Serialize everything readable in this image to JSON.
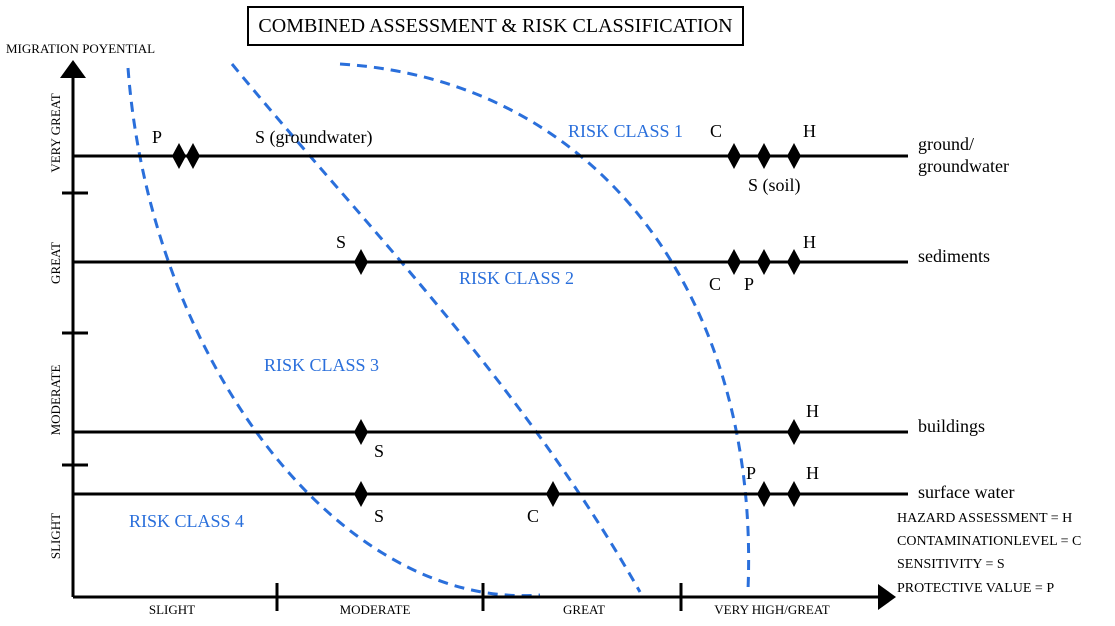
{
  "title": "COMBINED ASSESSMENT & RISK CLASSIFICATION",
  "y_axis": {
    "label": "MIGRATION POYENTIAL",
    "categories": [
      "VERY GREAT",
      "GREAT",
      "MODERATE",
      "SLIGHT"
    ]
  },
  "x_axis": {
    "categories": [
      "SLIGHT",
      "MODERATE",
      "GREAT",
      "VERY HIGH/GREAT"
    ]
  },
  "rows": [
    {
      "label_lines": [
        "ground/",
        "groundwater"
      ],
      "markers": [
        {
          "letter": "P",
          "label": "P"
        },
        {
          "letter": "S",
          "label": "S (groundwater)"
        },
        {
          "letter": "C",
          "label": "C"
        },
        {
          "letter": "S",
          "label": "S (soil)"
        },
        {
          "letter": "H",
          "label": "H"
        }
      ]
    },
    {
      "label_lines": [
        "sediments"
      ],
      "markers": [
        {
          "letter": "S",
          "label": "S"
        },
        {
          "letter": "C",
          "label": "C"
        },
        {
          "letter": "P",
          "label": "P"
        },
        {
          "letter": "H",
          "label": "H"
        }
      ]
    },
    {
      "label_lines": [
        "buildings"
      ],
      "markers": [
        {
          "letter": "S",
          "label": "S"
        },
        {
          "letter": "H",
          "label": "H"
        }
      ]
    },
    {
      "label_lines": [
        "surface water"
      ],
      "markers": [
        {
          "letter": "S",
          "label": "S"
        },
        {
          "letter": "C",
          "label": "C"
        },
        {
          "letter": "P",
          "label": "P"
        },
        {
          "letter": "H",
          "label": "H"
        }
      ]
    }
  ],
  "risk_classes": [
    "RISK CLASS 1",
    "RISK CLASS 2",
    "RISK CLASS 3",
    "RISK CLASS 4"
  ],
  "legend": [
    "HAZARD ASSESSMENT = H",
    "CONTAMINATIONLEVEL = C",
    "SENSITIVITY = S",
    "PROTECTIVE VALUE = P"
  ],
  "colors": {
    "risk_boundary": "#2a6fdb",
    "risk_label": "#2a6fdb",
    "lines": "#000000"
  }
}
